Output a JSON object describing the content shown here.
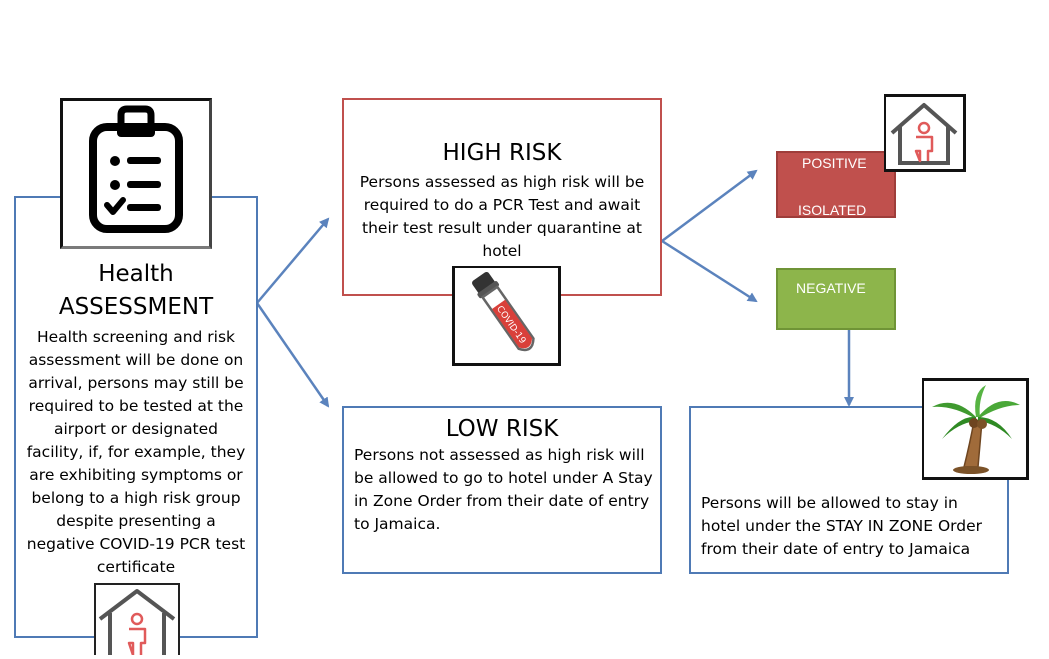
{
  "health": {
    "title_line1": "Health",
    "title_line2": "ASSESSMENT",
    "body": "Health screening and risk assessment will be done on arrival, persons may still be required to be tested at the airport or designated facility, if, for example, they are exhibiting symptoms or belong to a high risk group despite presenting a negative COVID-19 PCR test certificate"
  },
  "high_risk": {
    "title": "HIGH RISK",
    "body": "Persons assessed as high risk will be required to do a PCR Test and await their test result under quarantine at hotel"
  },
  "low_risk": {
    "title": "LOW RISK",
    "body": "Persons not assessed as high risk will be allowed to go to hotel under A Stay in Zone Order  from their date of entry to Jamaica."
  },
  "positive": {
    "label": "POSITIVE",
    "sublabel": "ISOLATED",
    "color": "#c0504d"
  },
  "negative": {
    "label": "NEGATIVE",
    "color": "#8db54b"
  },
  "stay_in_zone": {
    "body": "Persons will be allowed to stay in hotel under the STAY IN ZONE Order from their date of entry to Jamaica"
  },
  "tube_label": "COVID-19",
  "icons": [
    "clipboard-checklist-icon",
    "test-tube-icon",
    "house-person-icon",
    "palm-tree-icon"
  ],
  "colors": {
    "blue_border": "#4f7ab5",
    "red_border": "#c0504d",
    "arrow": "#5b83bd"
  }
}
